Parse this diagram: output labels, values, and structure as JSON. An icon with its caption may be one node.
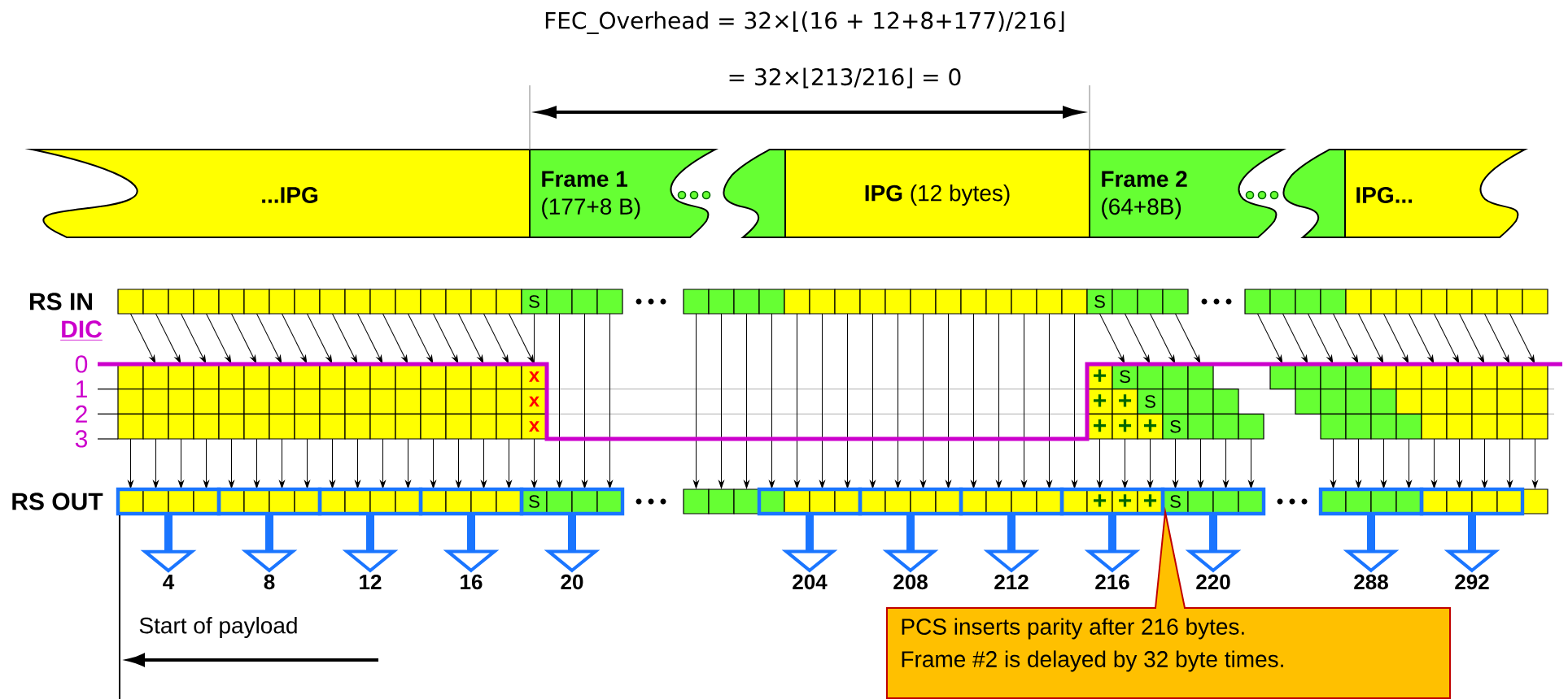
{
  "diagram": {
    "nodes": [
      {
        "text": [
          "...IPG"
        ]
      },
      {
        "text": [
          "Frame 1",
          "(177+8 B)"
        ]
      },
      {
        "text": [
          "**IPG** (12 bytes)"
        ]
      },
      {
        "text": [
          "Frame 2",
          "(64+8B)"
        ]
      },
      {
        "text": [
          "IPG..."
        ]
      },
      {
        "text": [
          "PCS inserts parity after 216 bytes.",
          "Frame #2 is delayed by 32 byte times."
        ]
      },
      {
        "text": [],
        "shape": "box"
      },
      {
        "text": [],
        "shape": "box"
      },
      {
        "text": [],
        "shape": "box"
      },
      {
        "text": [],
        "shape": "box"
      },
      {
        "text": [],
        "shape": "box"
      },
      {
        "text": [],
        "shape": "box"
      },
      {
        "text": [],
        "shape": "box"
      },
      {
        "text": [],
        "shape": "box"
      },
      {
        "text": [],
        "shape": "box"
      },
      {
        "text": [],
        "shape": "box"
      },
      {
        "text": [],
        "shape": "box"
      },
      {
        "text": [],
        "shape": "box"
      },
      {
        "text": [
          "4"
        ]
      },
      {
        "text": [
          "8"
        ]
      },
      {
        "text": [
          "12"
        ]
      },
      {
        "text": [
          "16"
        ]
      },
      {
        "text": [
          "20"
        ]
      },
      {
        "text": [
          "204"
        ]
      },
      {
        "text": [
          "208"
        ]
      },
      {
        "text": [
          "212"
        ]
      },
      {
        "text": [
          "216"
        ]
      },
      {
        "text": [
          "220"
        ]
      },
      {
        "text": [
          "288"
        ]
      },
      {
        "text": [
          "292"
        ]
      }
    ],
    "edges": [
      {
        "from": 6,
        "to": 18,
        "arrow": "to"
      },
      {
        "from": 7,
        "to": 19,
        "arrow": "to"
      },
      {
        "from": 8,
        "to": 20,
        "arrow": "to"
      },
      {
        "from": 9,
        "to": 21,
        "arrow": "to"
      },
      {
        "from": 10,
        "to": 22,
        "arrow": "to"
      },
      {
        "from": 11,
        "to": 23,
        "arrow": "to"
      },
      {
        "from": 12,
        "to": 24,
        "arrow": "to"
      },
      {
        "from": 13,
        "to": 25,
        "arrow": "to"
      },
      {
        "from": 14,
        "to": 26,
        "arrow": "to"
      },
      {
        "from": 15,
        "to": 27,
        "arrow": "to"
      },
      {
        "from": 16,
        "to": 28,
        "arrow": "to"
      },
      {
        "from": 17,
        "to": 29,
        "arrow": "to"
      }
    ],
    "labels": [
      "FEC_Overhead = 32×⌊(16 + 12+8+177)/216⌋",
      "= 32×⌊213/216⌋ = 0",
      "RS IN",
      "DIC",
      "0",
      "1",
      "2",
      "3",
      "S",
      "S",
      "x",
      "x",
      "x",
      "+",
      "S",
      "+",
      "+",
      "S",
      "+",
      "+",
      "+",
      "S",
      "RS OUT",
      "S",
      "+",
      "+",
      "+",
      "S",
      "Start of payload"
    ]
  }
}
